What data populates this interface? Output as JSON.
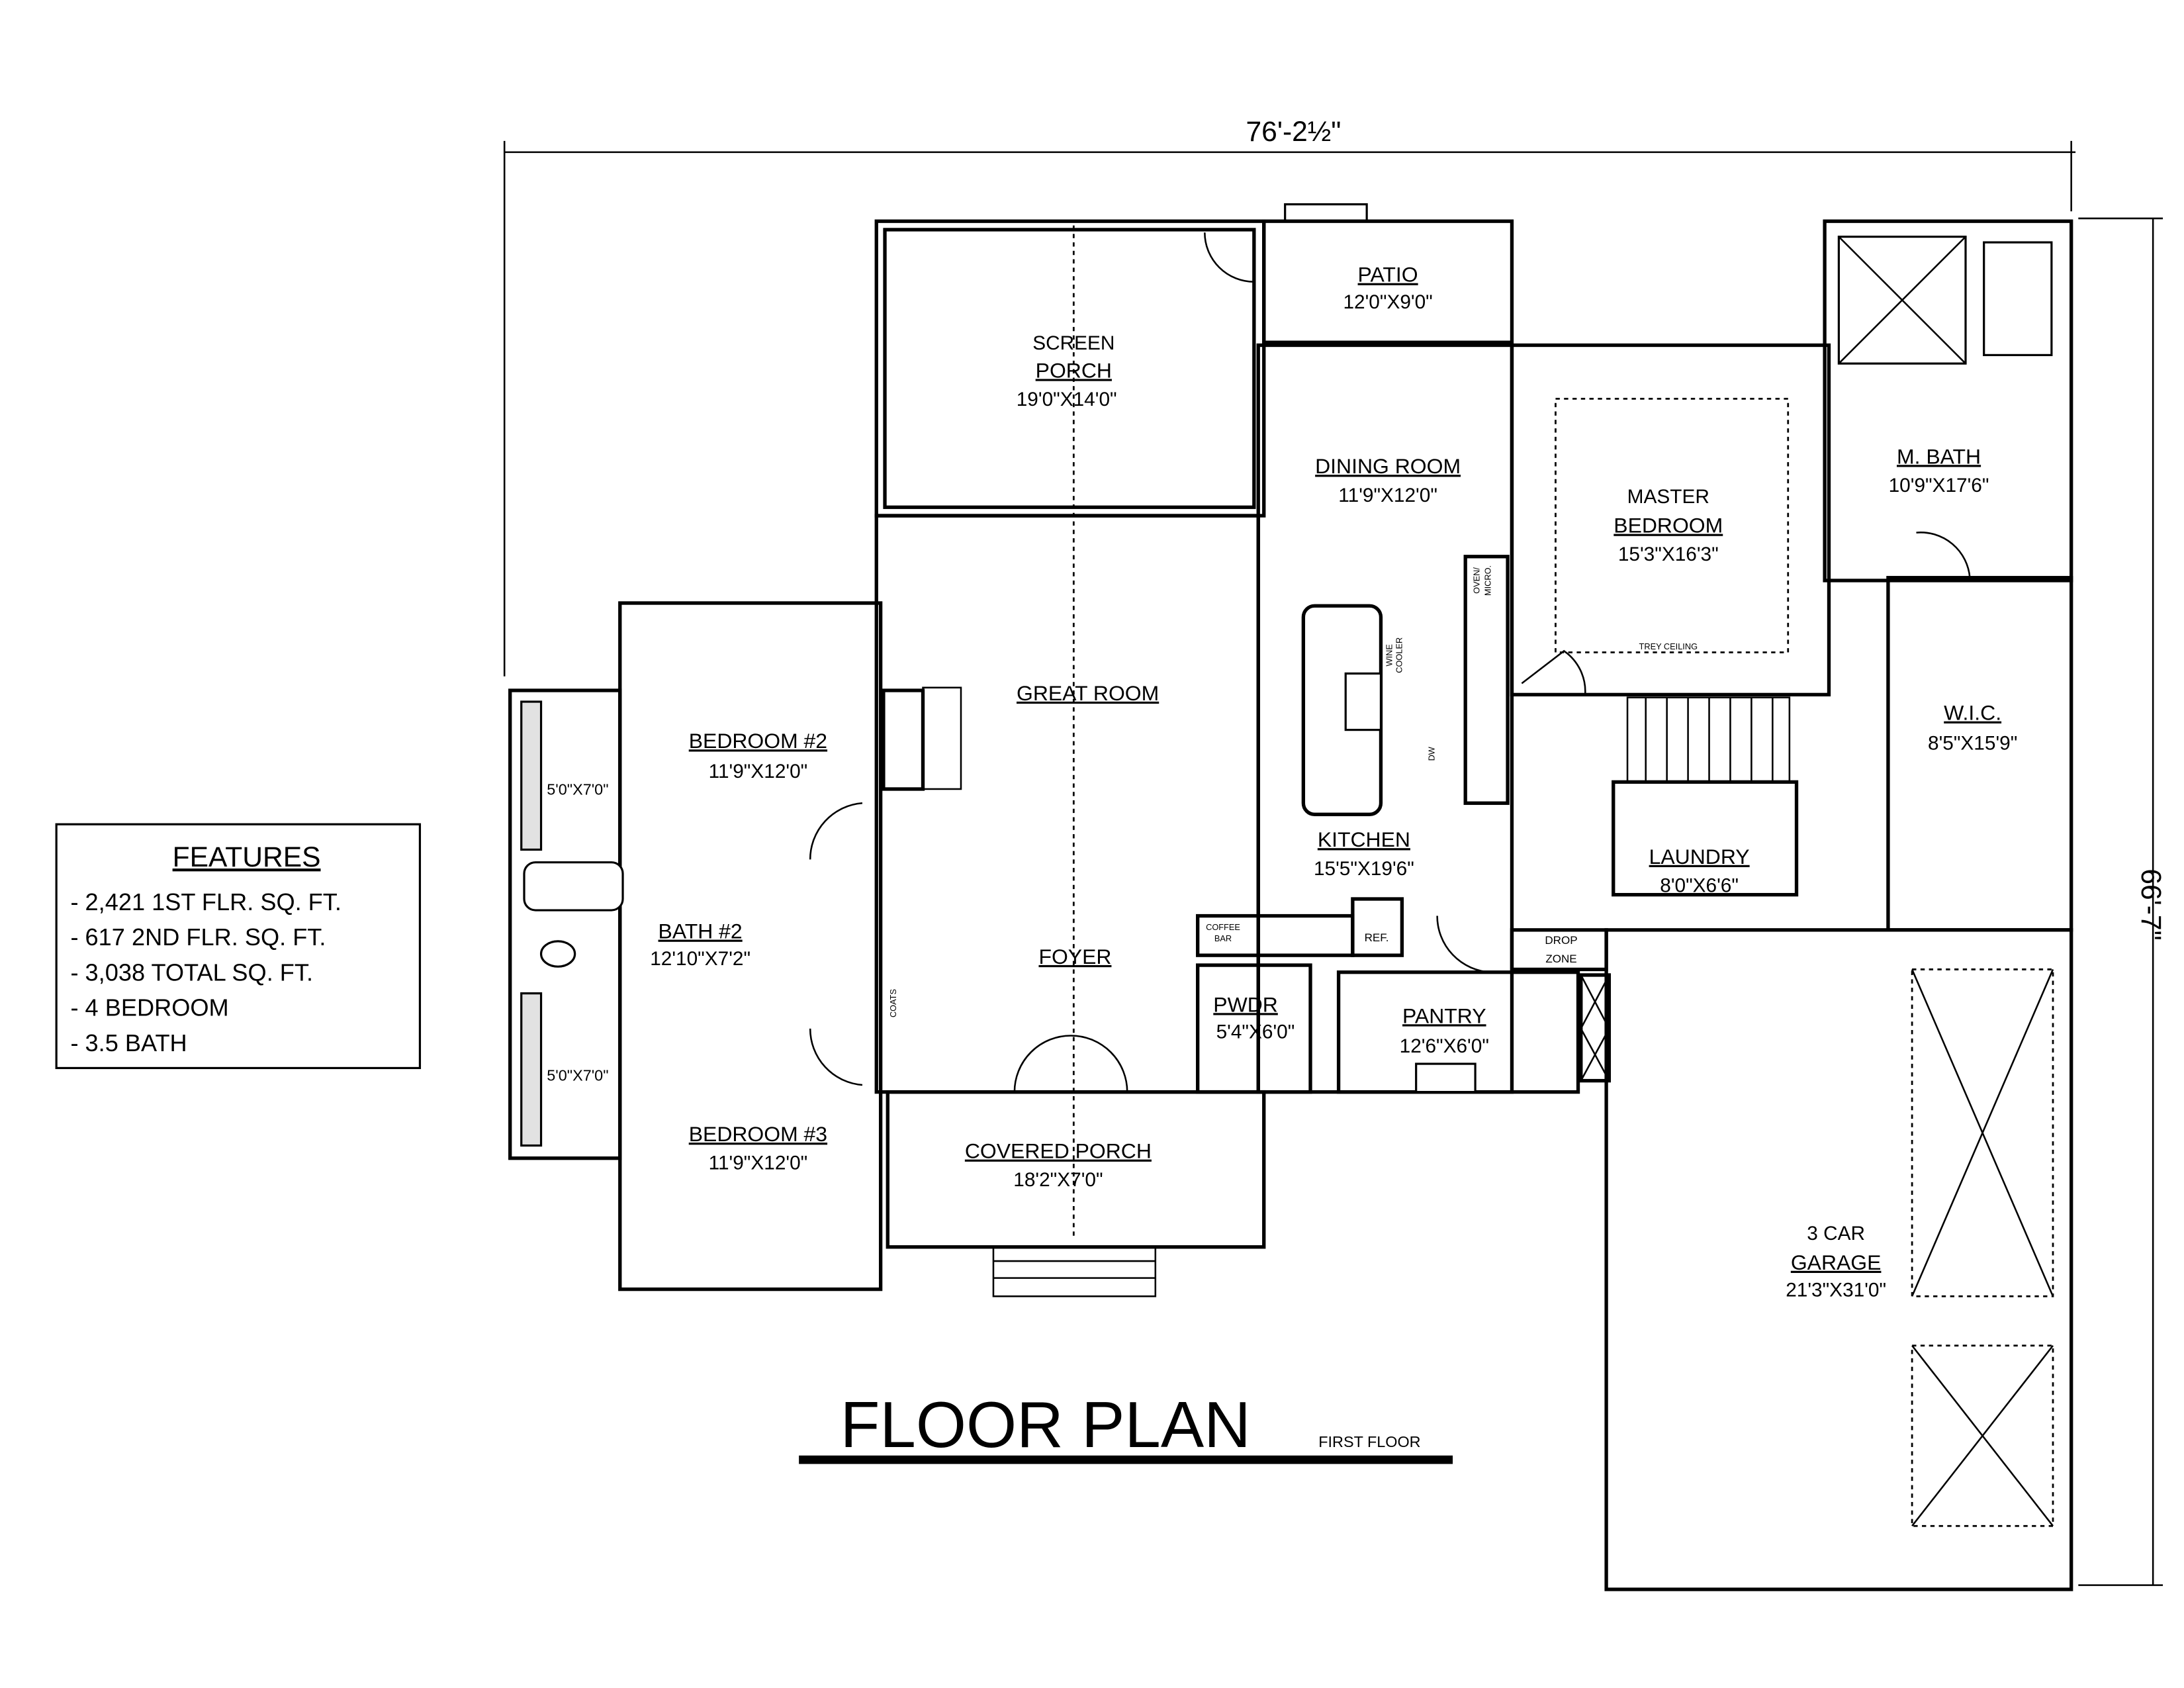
{
  "dimensions": {
    "overall_width": "76'-2½\"",
    "overall_depth": "66'-7\""
  },
  "title": {
    "main": "FLOOR PLAN",
    "sub": "FIRST FLOOR"
  },
  "features": {
    "heading": "FEATURES",
    "items": [
      "- 2,421 1ST FLR. SQ. FT.",
      "- 617 2ND FLR. SQ. FT.",
      "- 3,038 TOTAL SQ. FT.",
      "- 4 BEDROOM",
      "- 3.5 BATH"
    ]
  },
  "rooms": {
    "screen_porch": {
      "name1": "SCREEN",
      "name2": "PORCH",
      "dims": "19'0\"X14'0\""
    },
    "patio": {
      "name": "PATIO",
      "dims": "12'0\"X9'0\""
    },
    "dining": {
      "name": "DINING ROOM",
      "dims": "11'9\"X12'0\""
    },
    "master": {
      "name1": "MASTER",
      "name2": "BEDROOM",
      "dims": "15'3\"X16'3\"",
      "note": "TREY CEILING"
    },
    "mbath": {
      "name": "M. BATH",
      "dims": "10'9\"X17'6\""
    },
    "great": {
      "name": "GREAT ROOM"
    },
    "bed2": {
      "name": "BEDROOM #2",
      "dims": "11'9\"X12'0\"",
      "closet": "5'0\"X7'0\""
    },
    "bed3": {
      "name": "BEDROOM #3",
      "dims": "11'9\"X12'0\"",
      "closet": "5'0\"X7'0\""
    },
    "bath2": {
      "name": "BATH #2",
      "dims": "12'10\"X7'2\""
    },
    "kitchen": {
      "name": "KITCHEN",
      "dims": "15'5\"X19'6\"",
      "oven1": "OVEN/",
      "oven2": "MICRO.",
      "wine1": "WINE",
      "wine2": "COOLER",
      "dw": "DW",
      "coffee1": "COFFEE",
      "coffee2": "BAR",
      "ref": "REF."
    },
    "wic": {
      "name": "W.I.C.",
      "dims": "8'5\"X15'9\""
    },
    "laundry": {
      "name": "LAUNDRY",
      "dims": "8'0\"X6'6\""
    },
    "foyer": {
      "name": "FOYER",
      "coats": "COATS"
    },
    "drop": {
      "name1": "DROP",
      "name2": "ZONE"
    },
    "pwdr": {
      "name": "PWDR",
      "dims": "5'4\"X6'0\""
    },
    "pantry": {
      "name": "PANTRY",
      "dims": "12'6\"X6'0\""
    },
    "covered_porch": {
      "name": "COVERED PORCH",
      "dims": "18'2\"X7'0\""
    },
    "garage": {
      "name1": "3 CAR",
      "name2": "GARAGE",
      "dims": "21'3\"X31'0\""
    }
  }
}
